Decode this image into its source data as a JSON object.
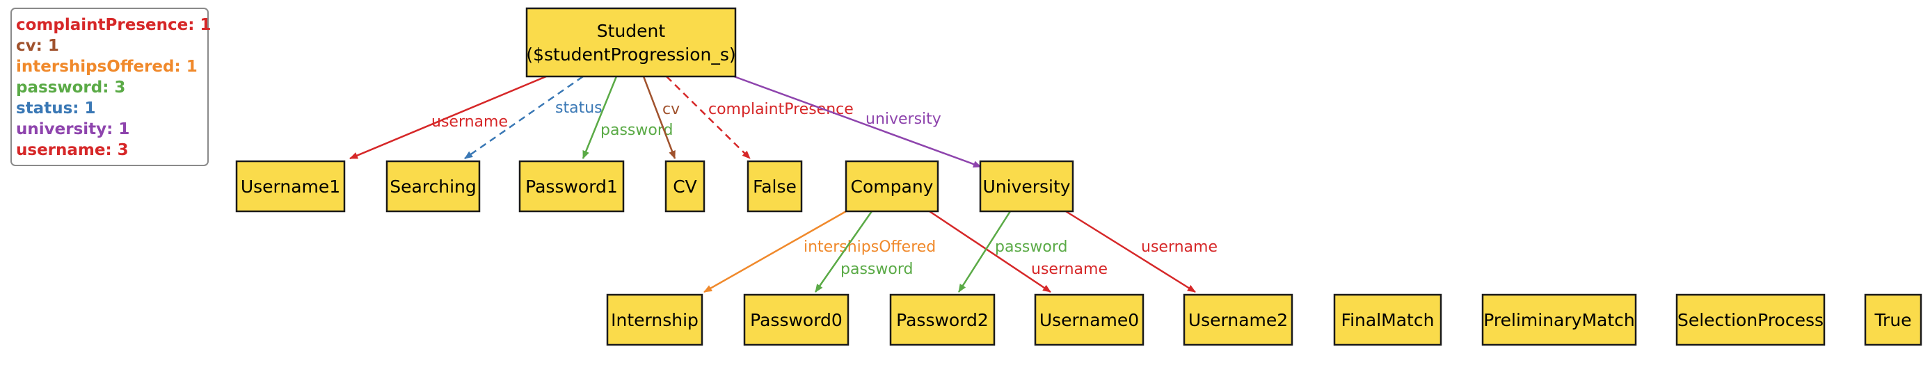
{
  "legend": [
    {
      "id": "complaintPresence",
      "text": "complaintPresence: 1",
      "color": "#d62728"
    },
    {
      "id": "cv",
      "text": "cv: 1",
      "color": "#a0522d"
    },
    {
      "id": "intershipsOffered",
      "text": "intershipsOffered: 1",
      "color": "#f0892b"
    },
    {
      "id": "password",
      "text": "password: 3",
      "color": "#5aaa46"
    },
    {
      "id": "status",
      "text": "status: 1",
      "color": "#3a78b5"
    },
    {
      "id": "university",
      "text": "university: 1",
      "color": "#8e44ad"
    },
    {
      "id": "username",
      "text": "username: 3",
      "color": "#d62728"
    }
  ],
  "nodes": {
    "student": {
      "lines": [
        "Student",
        "($studentProgression_s)"
      ]
    },
    "username1": {
      "lines": [
        "Username1"
      ]
    },
    "searching": {
      "lines": [
        "Searching"
      ]
    },
    "password1": {
      "lines": [
        "Password1"
      ]
    },
    "cv": {
      "lines": [
        "CV"
      ]
    },
    "false": {
      "lines": [
        "False"
      ]
    },
    "company": {
      "lines": [
        "Company"
      ]
    },
    "university": {
      "lines": [
        "University"
      ]
    },
    "internship": {
      "lines": [
        "Internship"
      ]
    },
    "password0": {
      "lines": [
        "Password0"
      ]
    },
    "password2": {
      "lines": [
        "Password2"
      ]
    },
    "username0": {
      "lines": [
        "Username0"
      ]
    },
    "username2": {
      "lines": [
        "Username2"
      ]
    },
    "finalmatch": {
      "lines": [
        "FinalMatch"
      ]
    },
    "preliminarymatch": {
      "lines": [
        "PreliminaryMatch"
      ]
    },
    "selectionprocess": {
      "lines": [
        "SelectionProcess"
      ]
    },
    "true": {
      "lines": [
        "True"
      ]
    }
  },
  "edges": [
    {
      "id": "student-username",
      "label": "username",
      "color": "#d62728",
      "dashed": false
    },
    {
      "id": "student-status",
      "label": "status",
      "color": "#3a78b5",
      "dashed": true
    },
    {
      "id": "student-password",
      "label": "password",
      "color": "#5aaa46",
      "dashed": false
    },
    {
      "id": "student-cv",
      "label": "cv",
      "color": "#a0522d",
      "dashed": false
    },
    {
      "id": "student-complaintPresence",
      "label": "complaintPresence",
      "color": "#d62728",
      "dashed": true
    },
    {
      "id": "student-university",
      "label": "university",
      "color": "#8e44ad",
      "dashed": false
    },
    {
      "id": "company-intershipsOffered",
      "label": "intershipsOffered",
      "color": "#f0892b",
      "dashed": false
    },
    {
      "id": "company-password",
      "label": "password",
      "color": "#5aaa46",
      "dashed": false
    },
    {
      "id": "company-username",
      "label": "username",
      "color": "#d62728",
      "dashed": false
    },
    {
      "id": "university-password",
      "label": "password",
      "color": "#5aaa46",
      "dashed": false
    },
    {
      "id": "university-username",
      "label": "username",
      "color": "#d62728",
      "dashed": false
    }
  ]
}
